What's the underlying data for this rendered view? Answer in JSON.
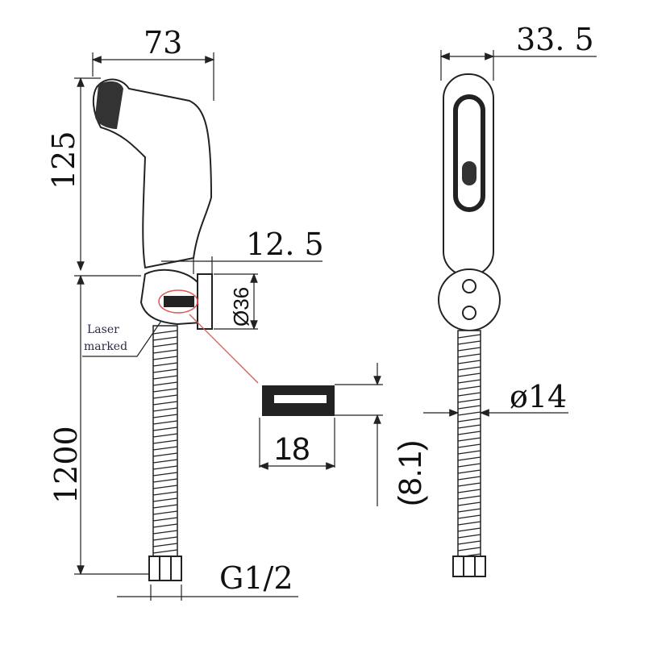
{
  "drawing": {
    "side_view": {
      "width_dim": "73",
      "head_height_dim": "125",
      "holder_depth_dim": "12. 5",
      "holder_diameter_dim": "Ø36",
      "hose_length_dim": "1200",
      "thread_dim": "G1/2",
      "annotation_line1": "Laser",
      "annotation_line2": "marked"
    },
    "detail": {
      "width_dim": "18",
      "height_dim": "(8.1)"
    },
    "front_view": {
      "width_dim": "33. 5",
      "hose_diameter_dim": "ø14"
    },
    "colors": {
      "line": "#222222",
      "highlight": "#e05555"
    }
  }
}
